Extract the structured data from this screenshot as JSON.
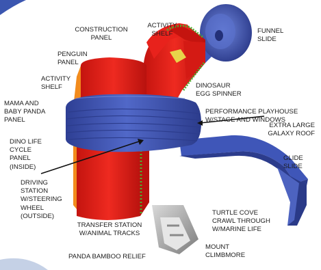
{
  "labels": {
    "construction_panel": "CONSTRUCTION\nPANEL",
    "activity_shelf_top": "ACTIVITY\nSHELF",
    "funnel_slide": "FUNNEL\nSLIDE",
    "penguin_panel": "PENGUIN\nPANEL",
    "activity_shelf_left": "ACTIVITY\nSHELF",
    "dinosaur_egg_spinner": "DINOSAUR\nEGG SPINNER",
    "mama_baby_panda_panel": "MAMA AND\nBABY PANDA\nPANEL",
    "performance_playhouse": "PERFORMANCE PLAYHOUSE\nW/STAGE AND WINDOWS",
    "extra_large_galaxy_roof": "EXTRA LARGE\nGALAXY ROOF",
    "dino_life_cycle_panel": "DINO LIFE\nCYCLE\nPANEL\n(INSIDE)",
    "glide_slide": "GLIDE\nSLIDE",
    "driving_station": "DRIVING\nSTATION\nW/STEERING\nWHEEL\n(OUTSIDE)",
    "turtle_cove": "TURTLE COVE\nCRAWL THROUGH\nW/MARINE LIFE",
    "transfer_station": "TRANSFER STATION\nW/ANIMAL TRACKS",
    "mount_climbmore": "MOUNT\nCLIMBMORE",
    "panda_bamboo_relief": "PANDA BAMBOO RELIEF"
  },
  "colors": {
    "red_body": "#e8221c",
    "blue_roof": "#3f56b8",
    "green_trim": "#4caf2f",
    "orange_trim": "#f28b1d",
    "grey_climber": "#9b9b9b",
    "text": "#1c1c1c"
  }
}
